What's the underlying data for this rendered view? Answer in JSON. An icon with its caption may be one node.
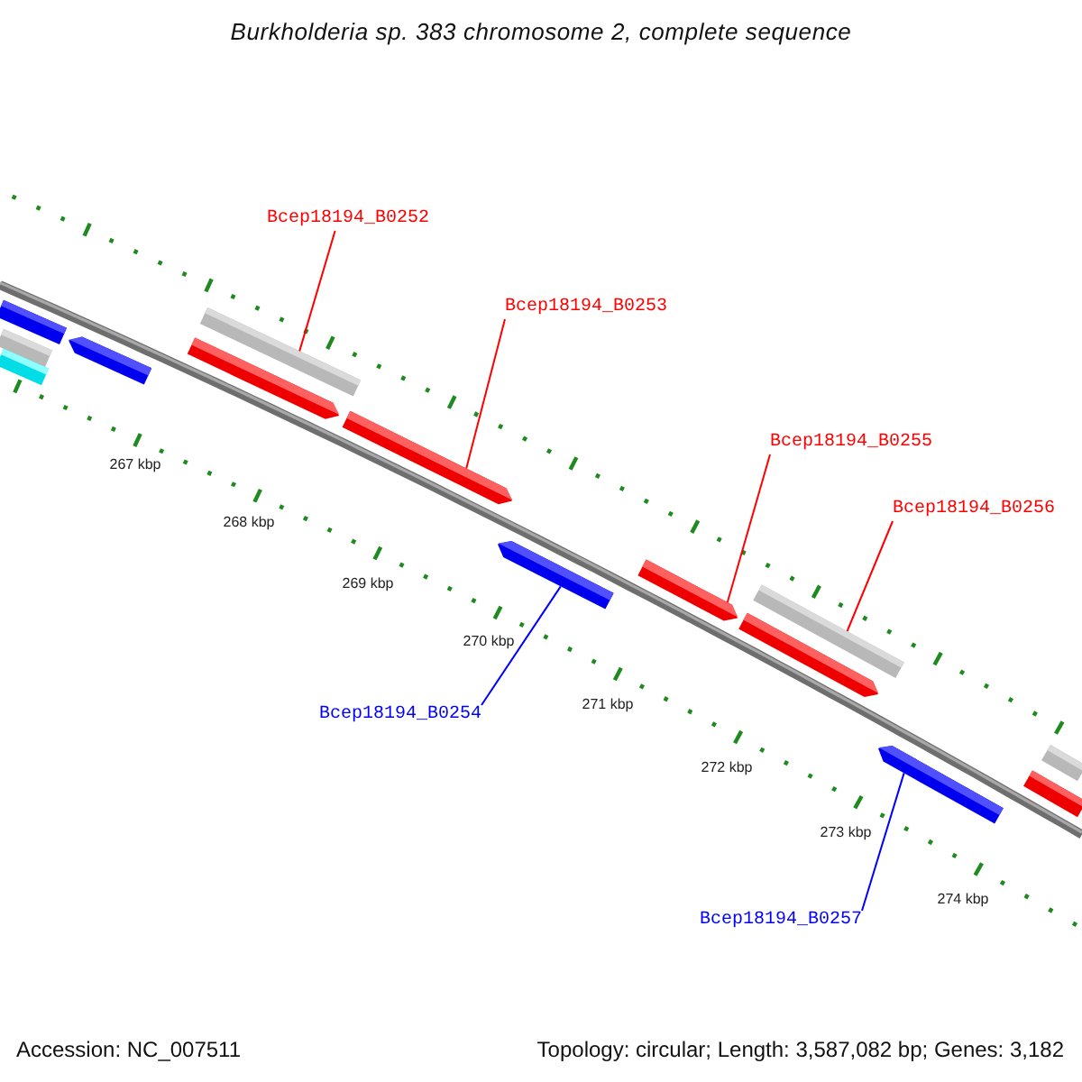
{
  "diagram": {
    "title": "Burkholderia sp. 383 chromosome 2, complete sequence",
    "nodes": [
      {
        "text": [
          "Bcep18194_B0252"
        ]
      },
      {
        "text": [
          "Bcep18194_B0253"
        ]
      },
      {
        "text": [
          "Bcep18194_B0255"
        ]
      },
      {
        "text": [
          "Bcep18194_B0256"
        ]
      },
      {
        "text": [
          "Bcep18194_B0254"
        ]
      },
      {
        "text": [
          "Bcep18194_B0257"
        ]
      },
      {
        "text": [],
        "shape": "bar"
      },
      {
        "text": [],
        "shape": "bar"
      },
      {
        "text": [],
        "shape": "bar"
      },
      {
        "text": [],
        "shape": "bar"
      },
      {
        "text": [],
        "shape": "bar"
      },
      {
        "text": [],
        "shape": "bar"
      },
      {
        "text": [],
        "shape": "bar"
      },
      {
        "text": [],
        "shape": "bar"
      },
      {
        "text": [],
        "shape": "bar"
      },
      {
        "text": [],
        "shape": "bar"
      },
      {
        "text": [],
        "shape": "bar"
      },
      {
        "text": [],
        "shape": "bar"
      },
      {
        "text": [],
        "shape": "bar"
      },
      {
        "text": [],
        "shape": "bar"
      }
    ],
    "edges": [
      {
        "from": 0,
        "to": 10,
        "arrow": "none"
      },
      {
        "from": 1,
        "to": 12,
        "arrow": "none"
      },
      {
        "from": 2,
        "to": 14,
        "arrow": "none"
      },
      {
        "from": 3,
        "to": 15,
        "arrow": "none"
      },
      {
        "from": 4,
        "to": 13,
        "arrow": "none",
        "color": "#0000ff"
      },
      {
        "from": 5,
        "to": 17,
        "arrow": "none",
        "color": "#0000ff"
      }
    ],
    "labels": [
      "267 kbp",
      "268 kbp",
      "269 kbp",
      "270 kbp",
      "271 kbp",
      "272 kbp",
      "273 kbp",
      "274 kbp",
      "Accession: NC_007511",
      "Topology: circular; Length: 3,587,082 bp; Genes: 3,182"
    ]
  }
}
